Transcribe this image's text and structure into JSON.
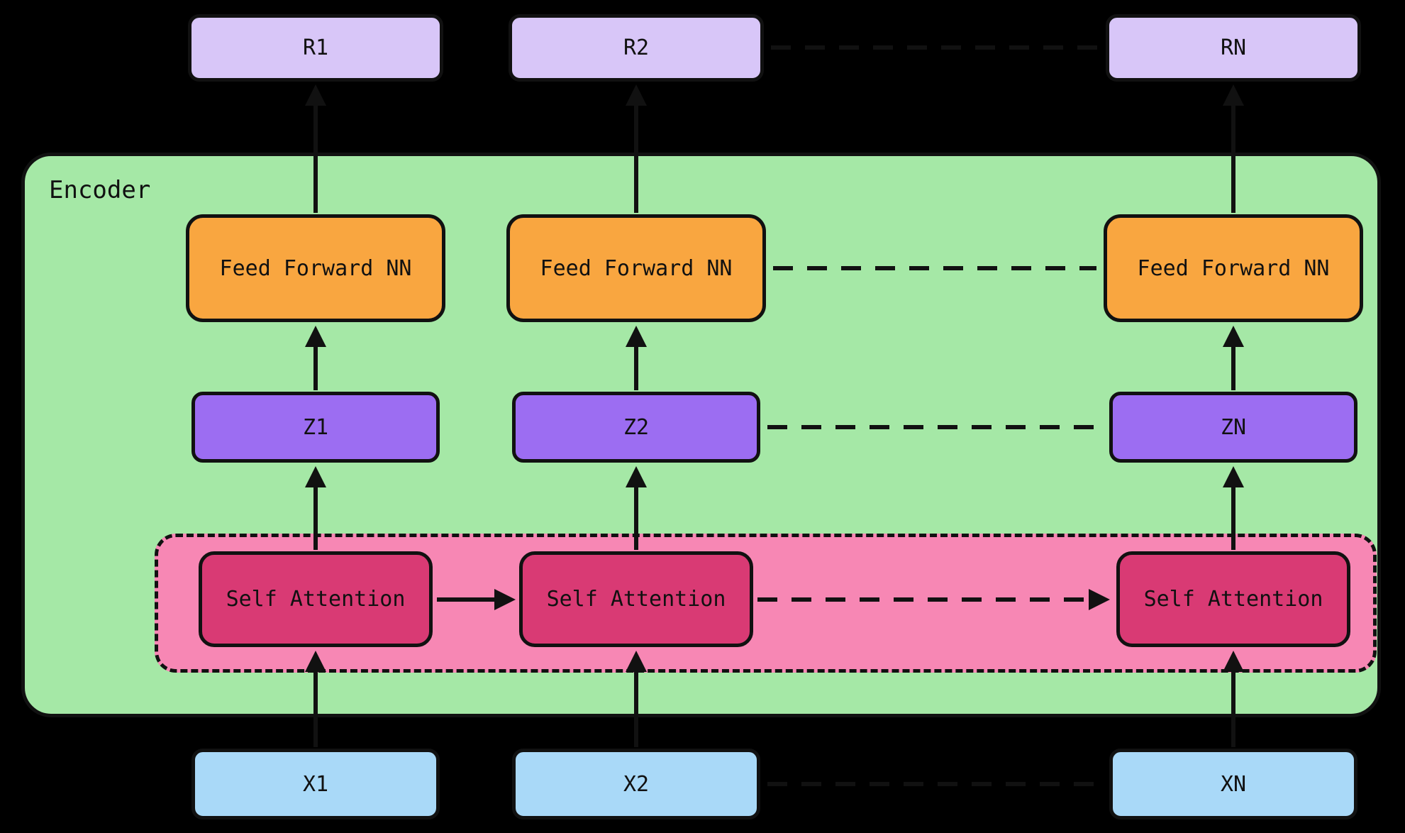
{
  "diagram": {
    "encoder_label": "Encoder",
    "outputs": [
      {
        "label": "R1"
      },
      {
        "label": "R2"
      },
      {
        "label": "RN"
      }
    ],
    "feed_forward": [
      {
        "label": "Feed Forward NN"
      },
      {
        "label": "Feed Forward NN"
      },
      {
        "label": "Feed Forward NN"
      }
    ],
    "z_states": [
      {
        "label": "Z1"
      },
      {
        "label": "Z2"
      },
      {
        "label": "ZN"
      }
    ],
    "self_attention": [
      {
        "label": "Self Attention"
      },
      {
        "label": "Self Attention"
      },
      {
        "label": "Self Attention"
      }
    ],
    "inputs": [
      {
        "label": "X1"
      },
      {
        "label": "X2"
      },
      {
        "label": "XN"
      }
    ],
    "colors": {
      "background": "#000000",
      "encoder_fill": "#a5e8a6",
      "output_fill": "#d8c6f8",
      "feed_forward_fill": "#f9a640",
      "z_fill": "#9c6df2",
      "attention_band_fill": "#f787b4",
      "attention_fill": "#d93a74",
      "input_fill": "#a9d9f8",
      "stroke": "#111111"
    }
  }
}
